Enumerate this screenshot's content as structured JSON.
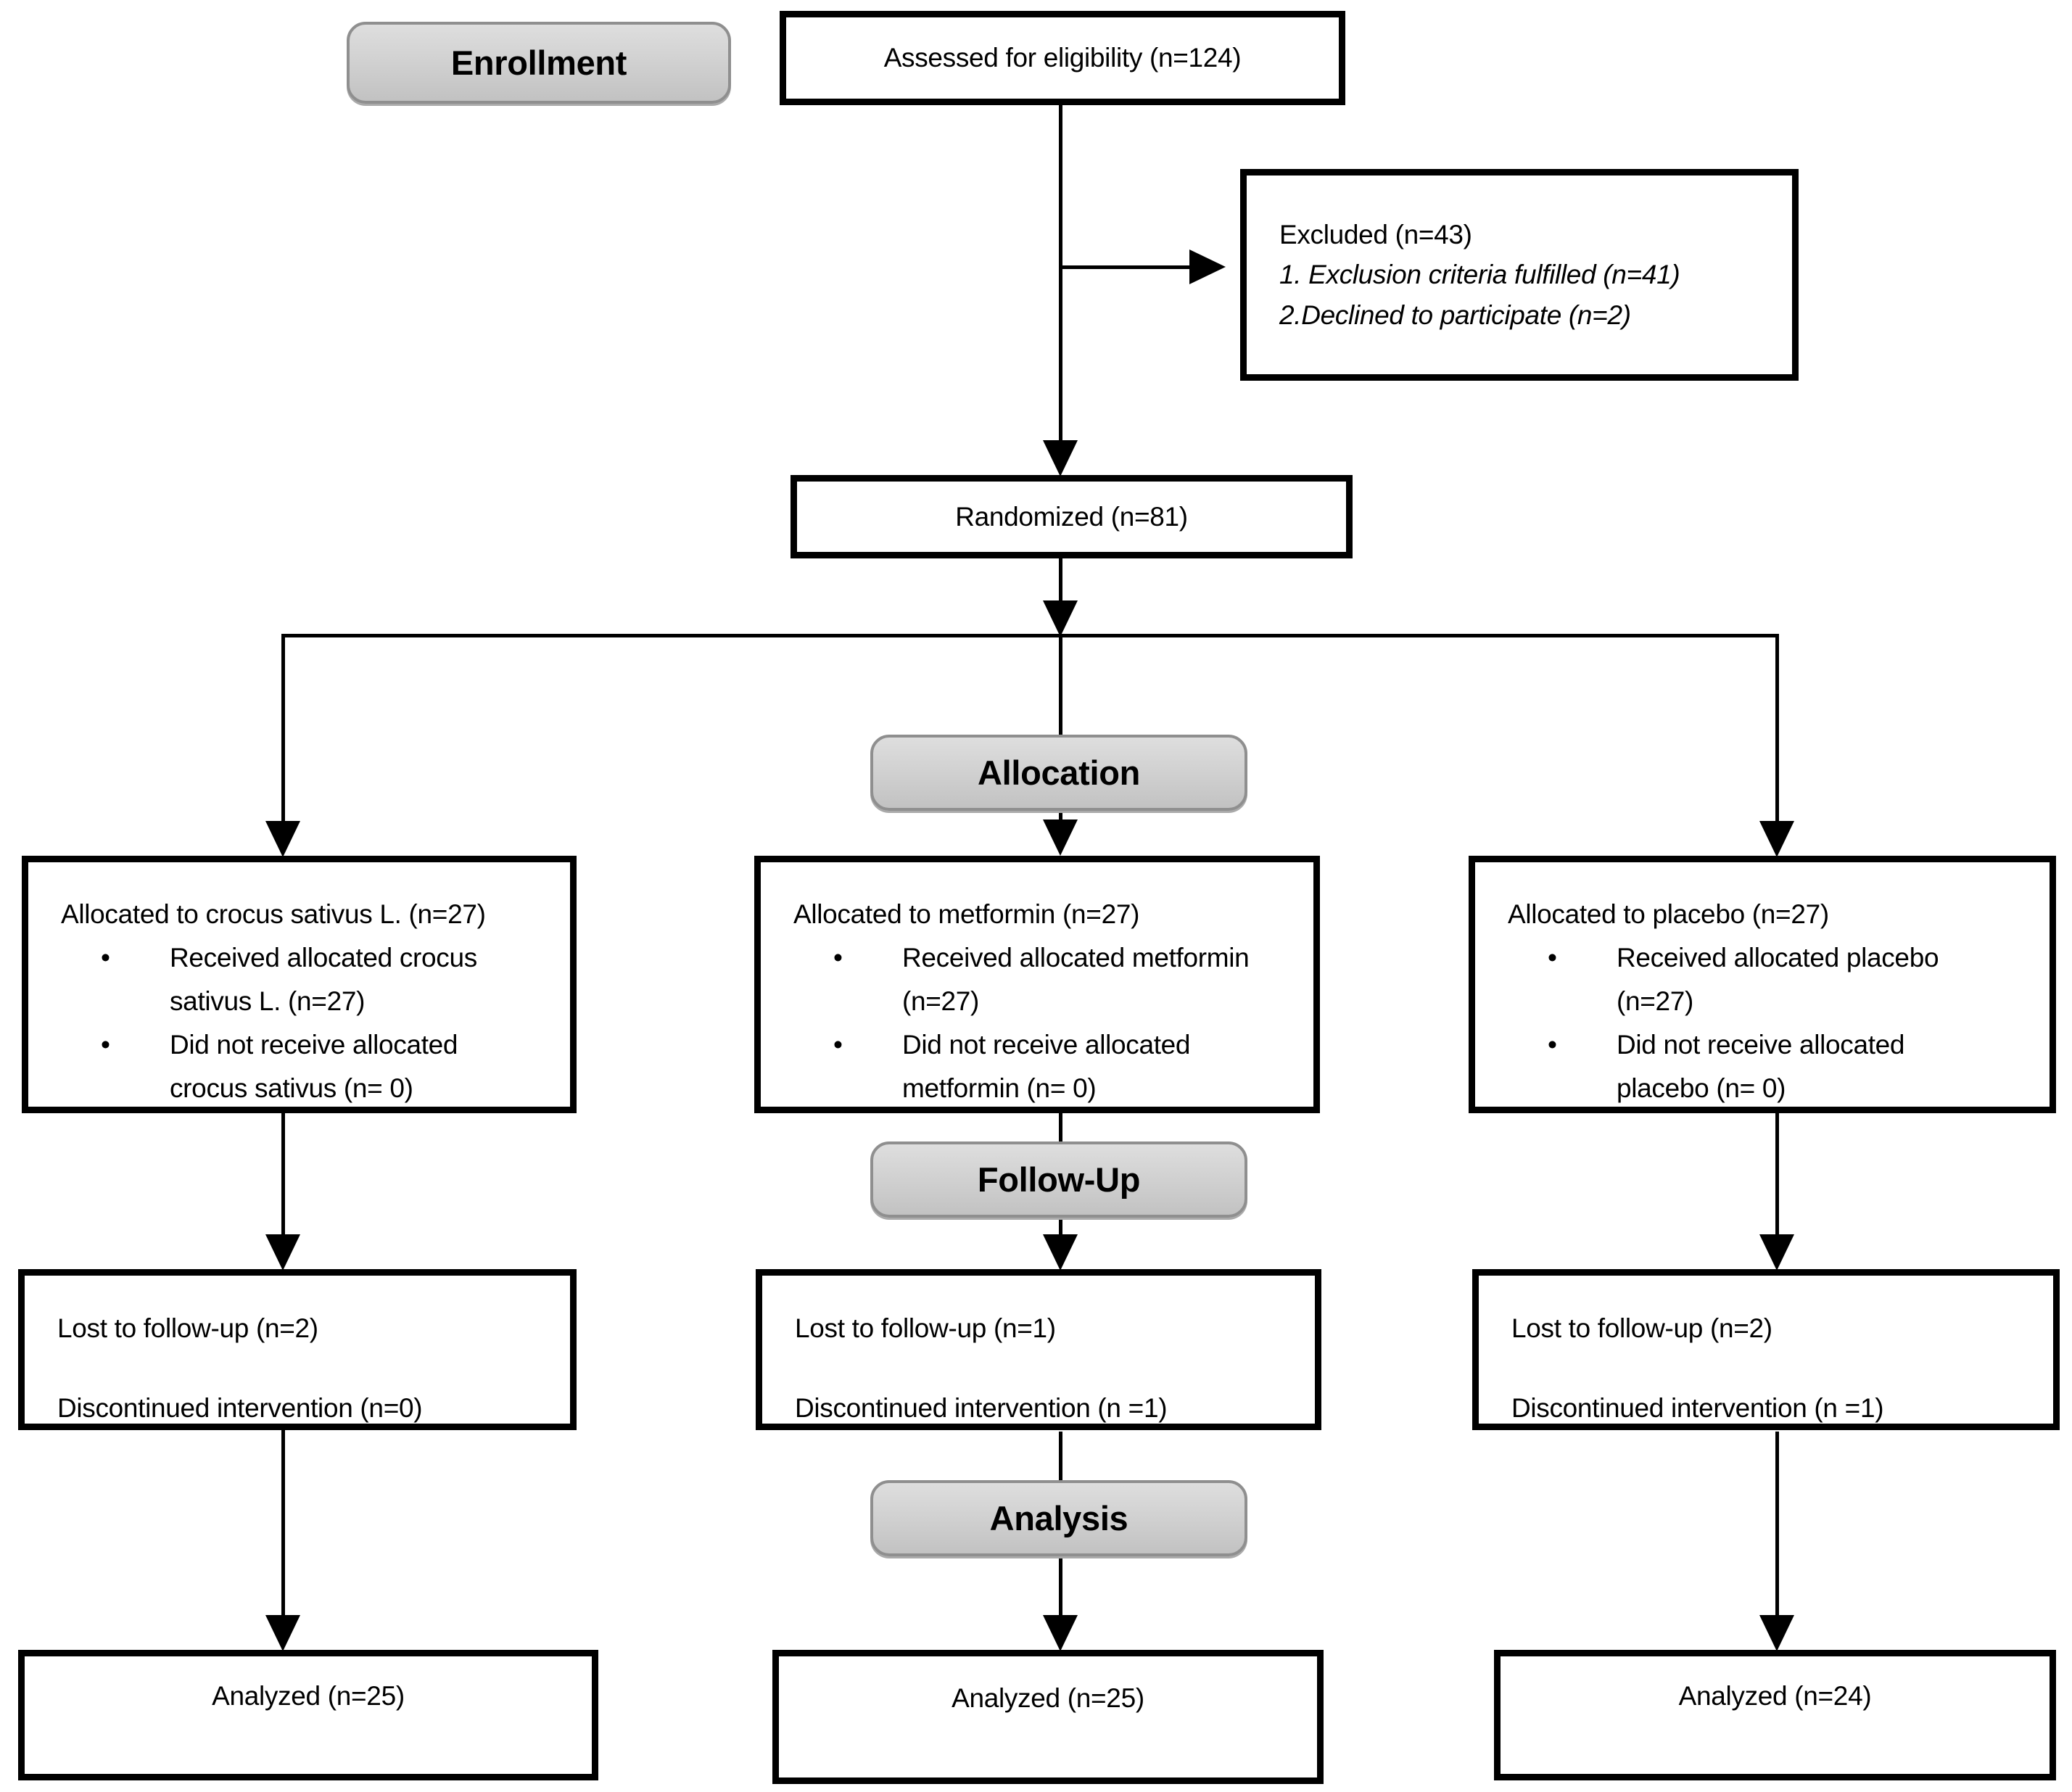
{
  "bullet_marker": "•",
  "colors": {
    "background": "#ffffff",
    "box_border": "#000000",
    "text": "#000000",
    "stage_label_fill_top": "#dedede",
    "stage_label_fill_bottom": "#c2c2c2",
    "stage_label_border": "#8f8f8f"
  },
  "stage_labels": {
    "enrollment": "Enrollment",
    "allocation": "Allocation",
    "follow_up": "Follow-Up",
    "analysis": "Analysis"
  },
  "enrollment": {
    "assessed": "Assessed for eligibility (n=124)",
    "excluded": {
      "title": "Excluded (n=43)",
      "reasons": [
        "1. Exclusion criteria fulfilled (n=41)",
        "2.Declined to participate (n=2)"
      ]
    },
    "randomized": "Randomized (n=81)"
  },
  "allocation": {
    "crocus_sativus": {
      "title": "Allocated to crocus sativus L. (n=27)",
      "bullets": [
        [
          "Received allocated crocus",
          "sativus L. (n=27)"
        ],
        [
          "Did not receive allocated",
          "crocus sativus (n= 0)"
        ]
      ]
    },
    "metformin": {
      "title": "Allocated to metformin (n=27)",
      "bullets": [
        [
          "Received allocated metformin",
          "(n=27)"
        ],
        [
          "Did not receive allocated",
          "metformin (n= 0)"
        ]
      ]
    },
    "placebo": {
      "title": "Allocated to placebo (n=27)",
      "bullets": [
        [
          "Received allocated placebo",
          "(n=27)"
        ],
        [
          "Did not receive allocated",
          "placebo (n= 0)"
        ]
      ]
    }
  },
  "follow_up": {
    "crocus_sativus": {
      "lost": "Lost to follow-up (n=2)",
      "discontinued": "Discontinued intervention (n=0)"
    },
    "metformin": {
      "lost": "Lost to follow-up (n=1)",
      "discontinued": "Discontinued intervention (n =1)"
    },
    "placebo": {
      "lost": "Lost to follow-up (n=2)",
      "discontinued": "Discontinued intervention (n =1)"
    }
  },
  "analysis": {
    "crocus_sativus": "Analyzed (n=25)",
    "metformin": "Analyzed (n=25)",
    "placebo": "Analyzed (n=24)"
  }
}
